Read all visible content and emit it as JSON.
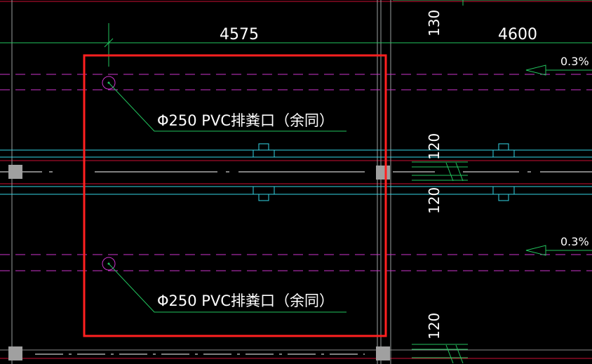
{
  "dimensions": {
    "top_left": "4575",
    "top_right": "4600",
    "vertical_top": "130",
    "vertical_mid_upper": "120",
    "vertical_mid_lower": "120",
    "vertical_bottom": "120"
  },
  "slopes": {
    "upper": "0.3%",
    "lower": "0.3%"
  },
  "callouts": {
    "upper": "Φ250 PVC排粪口（余同）",
    "lower": "Φ250 PVC排粪口（余同）"
  },
  "colors": {
    "background": "#000000",
    "dim_line": "#22c55e",
    "pipe_dashed": "#cc33cc",
    "wall_line": "#33d6e6",
    "red_line": "#cc1133",
    "highlight_box": "#ff2020",
    "column": "#a0a0a0",
    "text": "#ffffff"
  }
}
